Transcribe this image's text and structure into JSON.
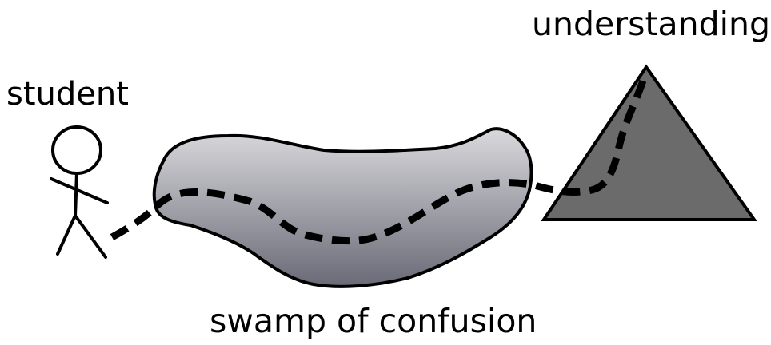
{
  "labels": {
    "student": "student",
    "goal": "understanding",
    "obstacle": "swamp of confusion"
  },
  "colors": {
    "stroke": "#000000",
    "swamp_gradient_top": "#d9d9dd",
    "swamp_gradient_bottom": "#6a6a77",
    "mountain_fill": "#6b6b6b",
    "background": "#ffffff"
  },
  "icons": {
    "student": "stick-figure-icon",
    "obstacle": "swamp-blob-icon",
    "goal": "mountain-triangle-icon"
  }
}
